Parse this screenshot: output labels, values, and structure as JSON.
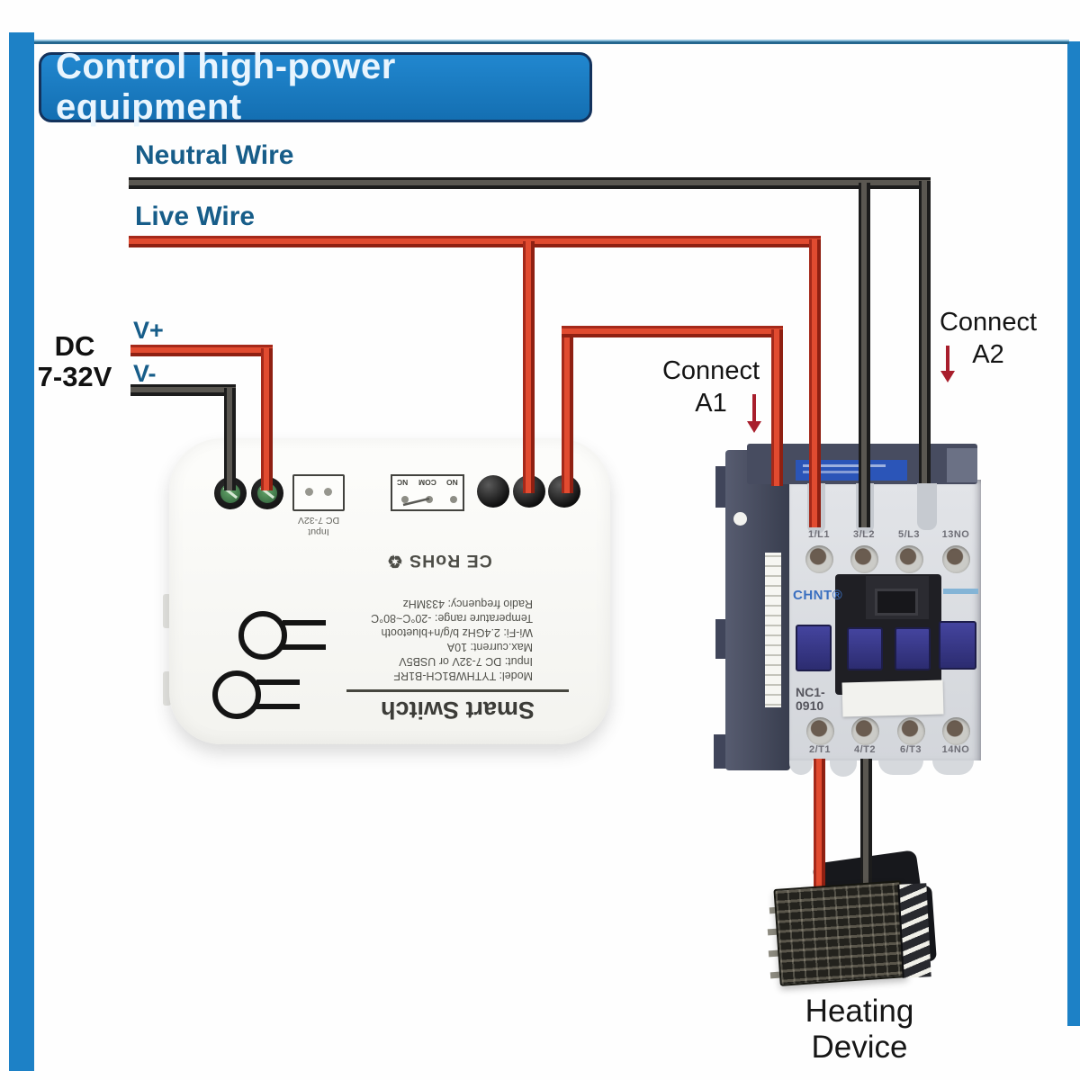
{
  "banner": {
    "title": "Control high-power equipment"
  },
  "wires": {
    "neutral_label": "Neutral Wire",
    "live_label": "Live Wire"
  },
  "power_input": {
    "dc_label_line1": "DC",
    "dc_label_line2": "7-32V",
    "v_plus": "V+",
    "v_minus": "V-"
  },
  "connections": {
    "a1_line1": "Connect",
    "a1_line2": "A1",
    "a2_line1": "Connect",
    "a2_line2": "A2"
  },
  "smart_switch": {
    "title": "Smart Switch",
    "specs": [
      "Model: TYTHWB1CH-B1RF",
      "Input: DC 7-32V or USB5V",
      "Max.current: 10A",
      "Wi-Fi: 2.4GHz b/g/n+bluetooth",
      "Temperature range: -20°C~80°C",
      "Radio frequency: 433MHz"
    ],
    "certification": "CE RoHS ♻",
    "connector_caption": [
      "Input",
      "DC 7-32V"
    ],
    "relay_labels": [
      "NC",
      "COM",
      "NO"
    ]
  },
  "contactor": {
    "brand": "CHNT®",
    "model": [
      "NC1-",
      "0910"
    ],
    "terminals_top": [
      "1/L1",
      "3/L2",
      "5/L3",
      "13NO"
    ],
    "terminals_bottom": [
      "2/T1",
      "4/T2",
      "6/T3",
      "14NO"
    ]
  },
  "heating_device": {
    "label": "Heating Device"
  },
  "colors": {
    "accent_blue": "#1d81c6",
    "banner_blue": "#1877bd",
    "label_blue": "#175d89",
    "wire_red": "#e14b30",
    "wire_dark": "#5a5751",
    "arrow_red": "#a81e2c",
    "contactor_navy": "#474c60",
    "contactor_label_blue": "#2b55b8",
    "key_indigo": "#38388e"
  }
}
